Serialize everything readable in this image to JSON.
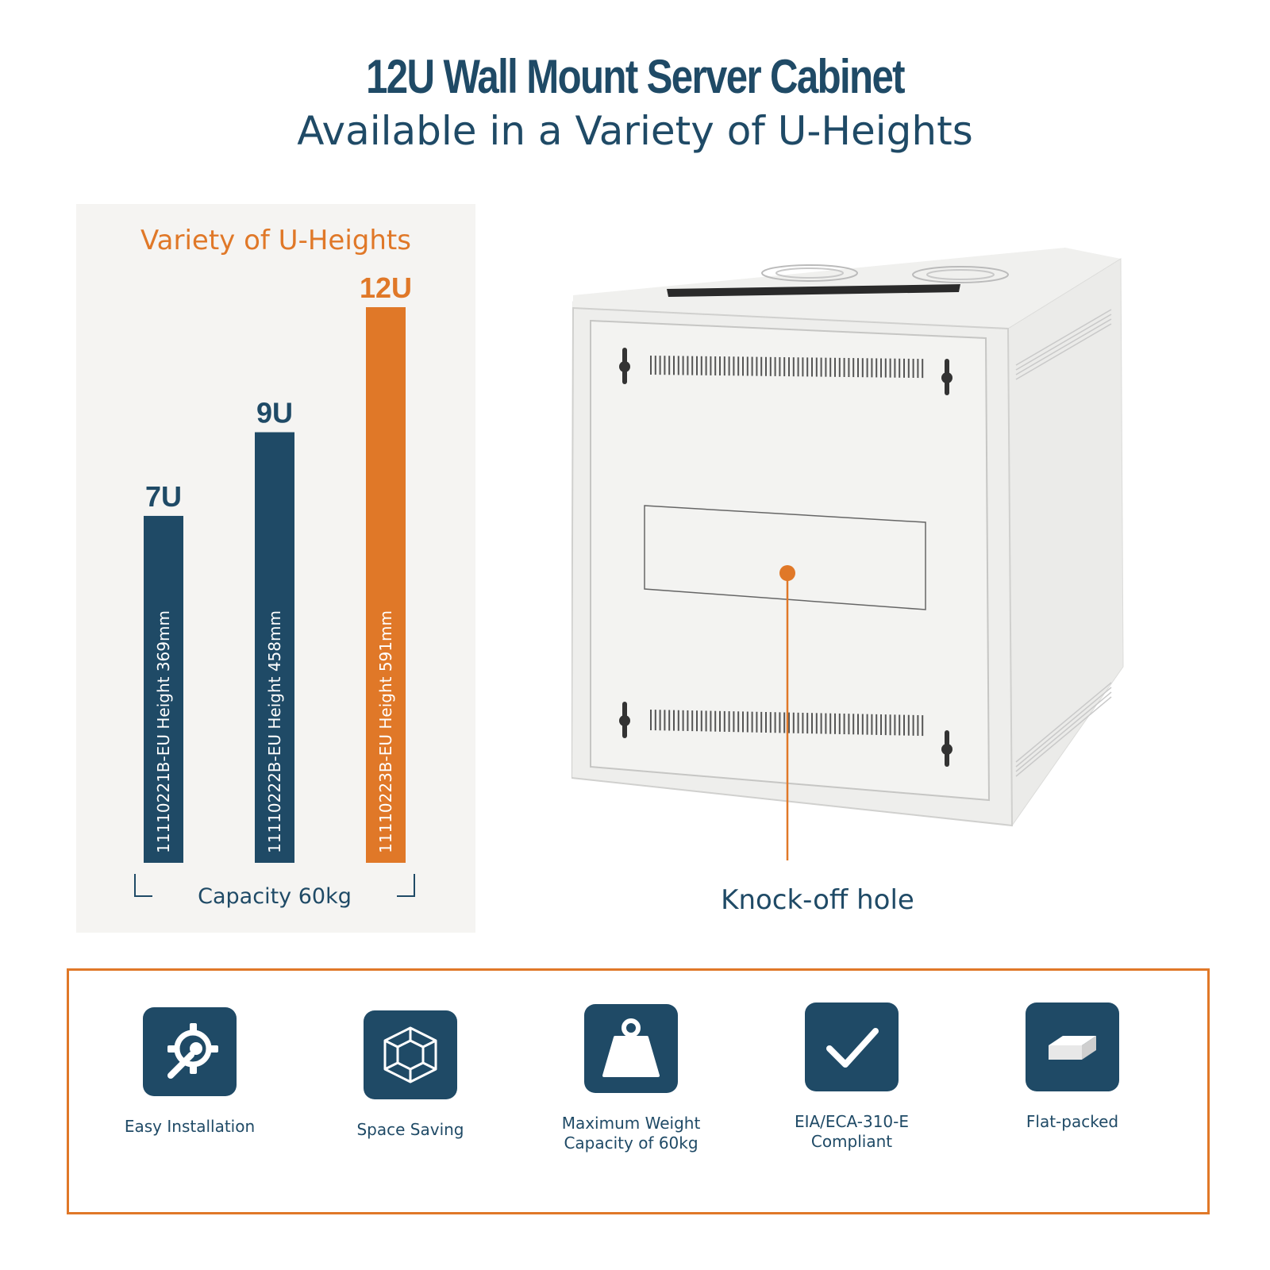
{
  "header": {
    "title": "12U Wall Mount Server Cabinet",
    "subtitle": "Available in a Variety of U-Heights"
  },
  "chart_data": {
    "type": "bar",
    "title": "Variety of U-Heights",
    "categories": [
      "7U",
      "9U",
      "12U"
    ],
    "series": [
      {
        "values": [
          369,
          458,
          591
        ],
        "inner_labels": [
          "11110221B-EU  Height 369mm",
          "11110222B-EU  Height 458mm",
          "11110223B-EU  Height 591mm"
        ],
        "colors": [
          "#1f4a66",
          "#1f4a66",
          "#e07828"
        ]
      }
    ],
    "footer": "Capacity 60kg",
    "ylim": [
      0,
      591
    ],
    "grid": false
  },
  "cabinet": {
    "callout_label": "Knock-off hole",
    "callout_color": "#e07828"
  },
  "features": [
    {
      "label": "Easy Installation",
      "icon": "gear-wrench-icon"
    },
    {
      "label": "Space Saving",
      "icon": "cube-icon"
    },
    {
      "label": "Maximum Weight Capacity of 60kg",
      "icon": "weight-icon",
      "lines": [
        "Maximum Weight",
        "Capacity of 60kg"
      ]
    },
    {
      "label": "EIA/ECA-310-E Compliant",
      "icon": "checkmark-icon",
      "lines": [
        "EIA/ECA-310-E",
        "Compliant"
      ]
    },
    {
      "label": "Flat-packed",
      "icon": "flat-pack-icon"
    }
  ],
  "colors": {
    "primary": "#1f4a66",
    "accent": "#e07828",
    "panel": "#f5f4f2"
  }
}
